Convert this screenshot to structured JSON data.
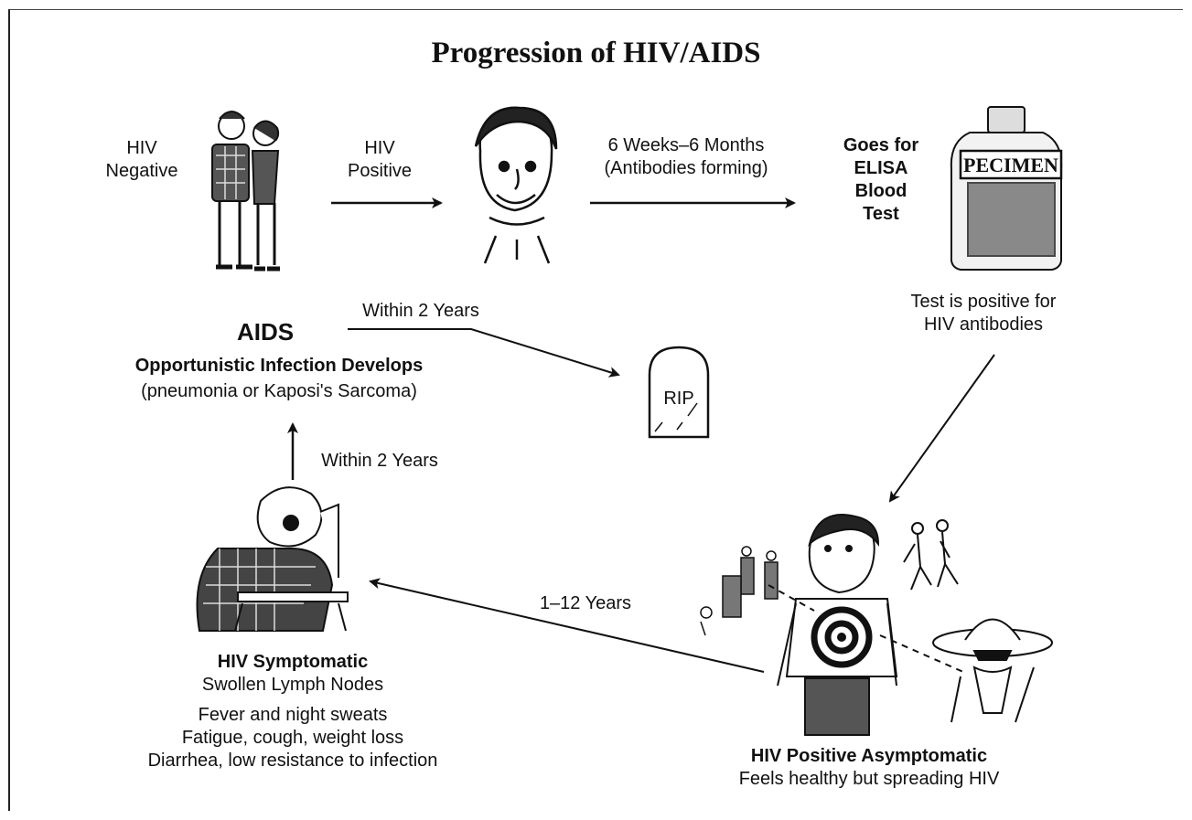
{
  "title": "Progression of HIV/AIDS",
  "stages": {
    "negative": {
      "line1": "HIV",
      "line2": "Negative"
    },
    "transition_positive": {
      "line1": "HIV",
      "line2": "Positive"
    },
    "antibodies": {
      "line1": "6 Weeks–6 Months",
      "line2": "(Antibodies forming)"
    },
    "elisa": {
      "line1": "Goes for",
      "line2": "ELISA",
      "line3": "Blood",
      "line4": "Test"
    },
    "specimen_label": "PECIMEN",
    "test_positive": {
      "line1": "Test is positive for",
      "line2": "HIV antibodies"
    },
    "asymptomatic": {
      "title": "HIV Positive Asymptomatic",
      "line1": "Feels healthy but spreading HIV"
    },
    "one_twelve": "1–12 Years",
    "symptomatic": {
      "title": "HIV Symptomatic",
      "line1": "Swollen Lymph Nodes",
      "line2": "Fever and night sweats",
      "line3": "Fatigue, cough, weight loss",
      "line4": "Diarrhea, low resistance to infection"
    },
    "within_two_up": "Within 2 Years",
    "aids": {
      "title": "AIDS",
      "line1": "Opportunistic Infection Develops",
      "line2": "(pneumonia or Kaposi's Sarcoma)"
    },
    "within_two_rip": "Within 2 Years",
    "rip": "RIP"
  }
}
